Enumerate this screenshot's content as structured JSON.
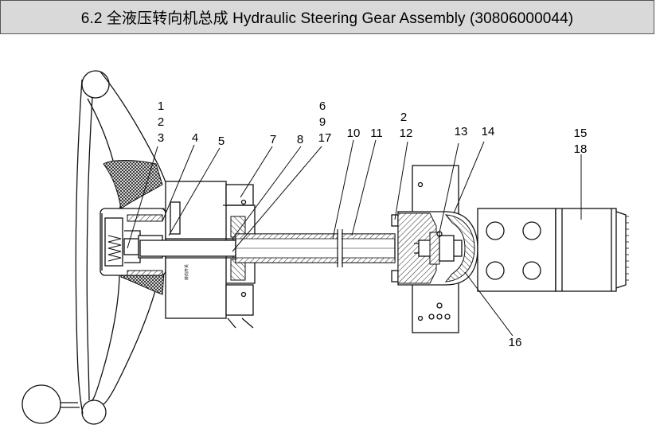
{
  "title": "6.2 全液压转向机总成 Hydraulic Steering Gear Assembly (30806000044)",
  "callouts": {
    "c1": "1",
    "c2": "2",
    "c3": "3",
    "c4": "4",
    "c5": "5",
    "c6": "6",
    "c9": "9",
    "c17": "17",
    "c7": "7",
    "c8": "8",
    "c10": "10",
    "c11": "11",
    "c2b": "2",
    "c12": "12",
    "c13": "13",
    "c14": "14",
    "c15": "15",
    "c18": "18",
    "c16": "16"
  },
  "nameplate_text": "转向开关"
}
